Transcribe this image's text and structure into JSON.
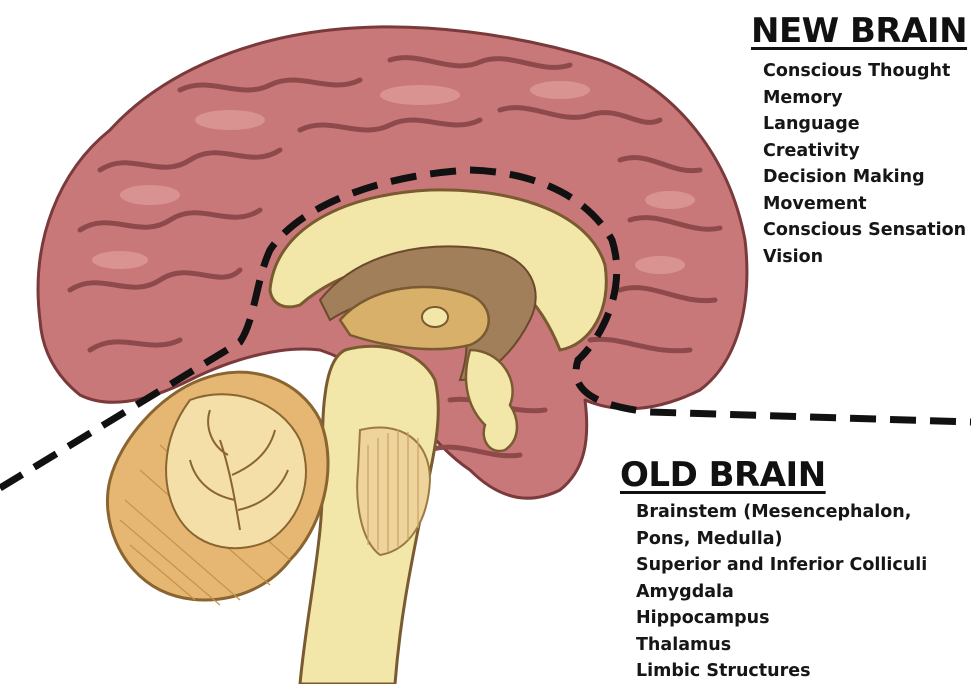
{
  "new_brain": {
    "heading": "NEW BRAIN",
    "functions": [
      "Conscious Thought",
      "Memory",
      "Language",
      "Creativity",
      "Decision Making",
      "Movement",
      "Conscious Sensation",
      "Vision"
    ]
  },
  "old_brain": {
    "heading": "OLD BRAIN",
    "functions": [
      "Brainstem (Mesencephalon,",
      "Pons, Medulla)",
      "Superior and Inferior Colliculi",
      "Amygdala",
      "Hippocampus",
      "Thalamus",
      "Limbic Structures"
    ]
  },
  "colors": {
    "cortex": "#c9787a",
    "cortex_dark": "#8e4a4b",
    "cortex_light": "#e6a9a4",
    "midbrain_cream": "#f2e7a8",
    "corpus_tan": "#d9b06a",
    "cerebellum_orange": "#e5b773",
    "boundary_line": "#111111"
  }
}
